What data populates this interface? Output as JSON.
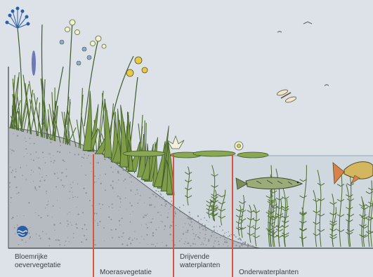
{
  "zones": [
    {
      "label": "Bloemrijke\noevervegetatie"
    },
    {
      "label": "Moerasvegetatie"
    },
    {
      "label": "Drijvende\nwaterplanten"
    },
    {
      "label": "Onderwaterplanten"
    }
  ],
  "colors": {
    "sky": "#dde2e8",
    "water": "#cfd8df",
    "soil": "#b9bec3",
    "ink": "#4a5038",
    "plant": "#7f9c48",
    "divider": "#d9543e",
    "badge": "#2a5fa8"
  },
  "icons": [
    "waterschap-logo-icon",
    "dragonfly-icon",
    "bird-icon",
    "fish-icon",
    "pike-icon",
    "water-lily-icon"
  ]
}
